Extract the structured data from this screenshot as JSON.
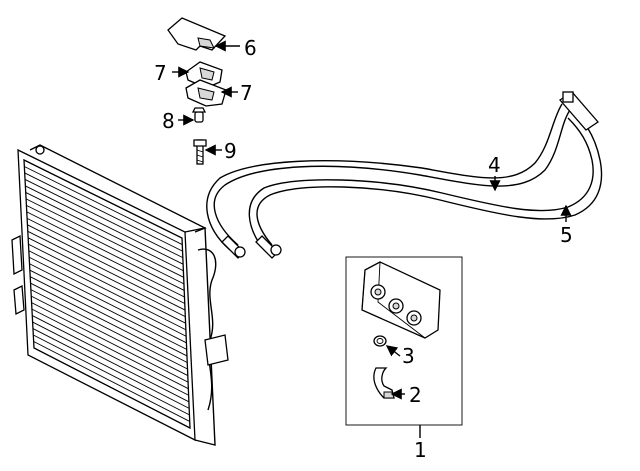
{
  "diagram": {
    "callouts": [
      {
        "id": "c1",
        "label": "1"
      },
      {
        "id": "c2",
        "label": "2"
      },
      {
        "id": "c3",
        "label": "3"
      },
      {
        "id": "c4",
        "label": "4"
      },
      {
        "id": "c5",
        "label": "5"
      },
      {
        "id": "c6",
        "label": "6"
      },
      {
        "id": "c7a",
        "label": "7"
      },
      {
        "id": "c7b",
        "label": "7"
      },
      {
        "id": "c8",
        "label": "8"
      },
      {
        "id": "c9",
        "label": "9"
      }
    ],
    "colors": {
      "ink": "#000000",
      "background": "#ffffff",
      "shade": "#d8d8d8"
    }
  }
}
